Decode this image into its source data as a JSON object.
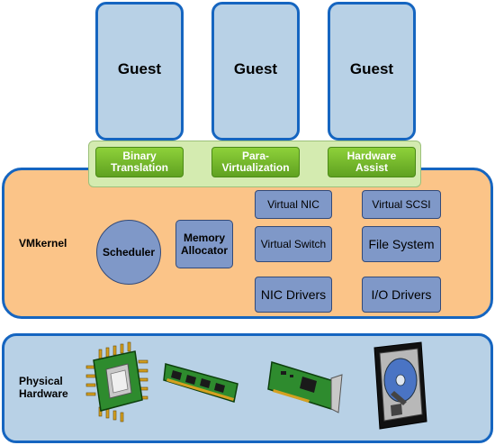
{
  "guests": [
    "Guest",
    "Guest",
    "Guest"
  ],
  "virtualization": {
    "binary_translation": "Binary\nTranslation",
    "paravirtualization": "Para-\nVirtualization",
    "hardware_assist": "Hardware\nAssist"
  },
  "vmkernel": {
    "label": "VMkernel",
    "scheduler": "Scheduler",
    "memory_allocator": "Memory\nAllocator",
    "virtual_nic": "Virtual NIC",
    "virtual_scsi": "Virtual SCSI",
    "virtual_switch": "Virtual Switch",
    "file_system": "File System",
    "nic_drivers": "NIC Drivers",
    "io_drivers": "I/O Drivers"
  },
  "physical": {
    "label": "Physical\nHardware",
    "icons": [
      "cpu-chip-icon",
      "memory-module-icon",
      "network-card-icon",
      "hard-disk-icon"
    ]
  },
  "colors": {
    "blue_border": "#1565c0",
    "guest_fill": "#b8d1e6",
    "kernel_fill": "#fbc488",
    "kernel_box": "#7f98c8",
    "green": "#6fb52c"
  }
}
